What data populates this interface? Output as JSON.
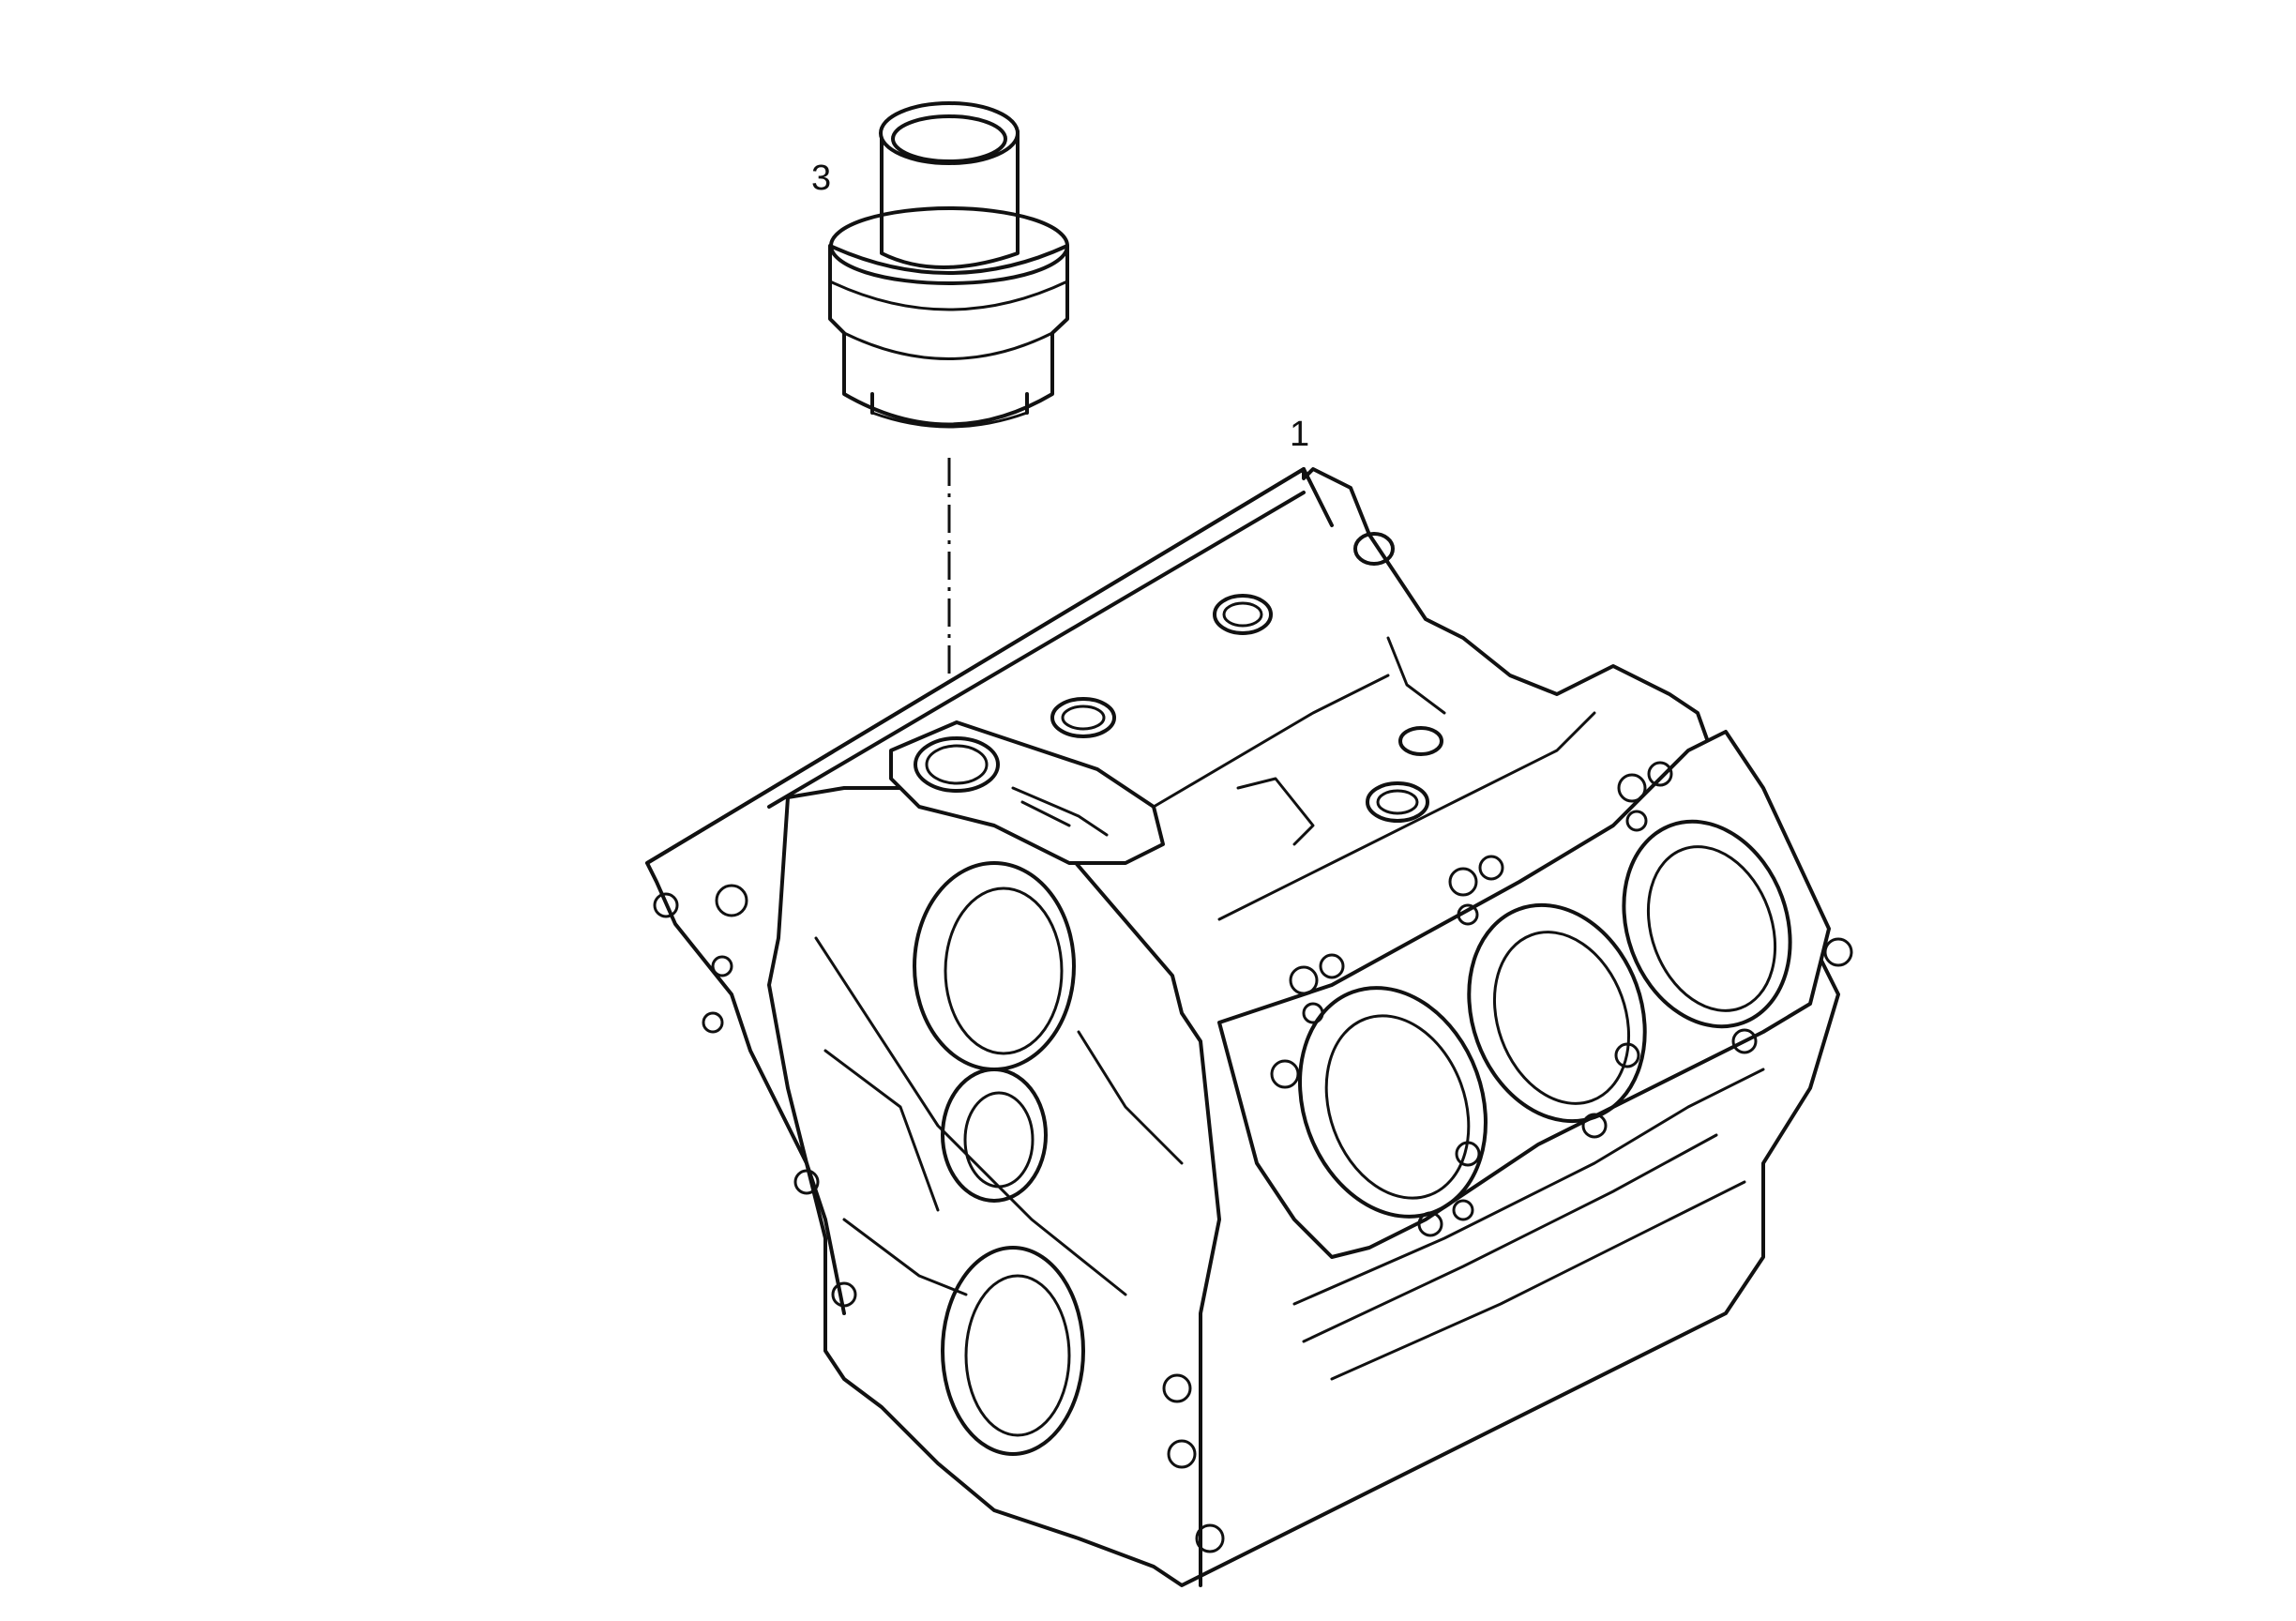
{
  "callouts": [
    {
      "id": "engine-block",
      "label": "1"
    },
    {
      "id": "sleeve",
      "label": "3"
    }
  ],
  "colors": {
    "line": "#111111",
    "background": "#ffffff"
  }
}
